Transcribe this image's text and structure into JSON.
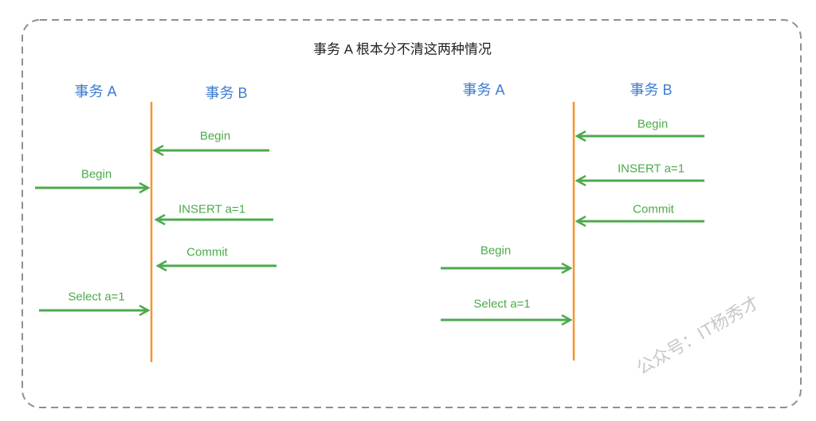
{
  "title": "事务 A 根本分不清这两种情况",
  "left": {
    "header_a": "事务 A",
    "header_b": "事务 B",
    "messages": [
      "Begin",
      "Begin",
      "INSERT a=1",
      "Commit",
      "Select a=1"
    ]
  },
  "right": {
    "header_a": "事务 A",
    "header_b": "事务 B",
    "messages": [
      "Begin",
      "INSERT a=1",
      "Commit",
      "Begin",
      "Select a=1"
    ]
  },
  "watermark": "公众号：IT杨秀才",
  "colors": {
    "arrow": "#4caa4c",
    "lifeline": "#f0962e",
    "header": "#3b7bd1",
    "border": "#8a9098"
  }
}
